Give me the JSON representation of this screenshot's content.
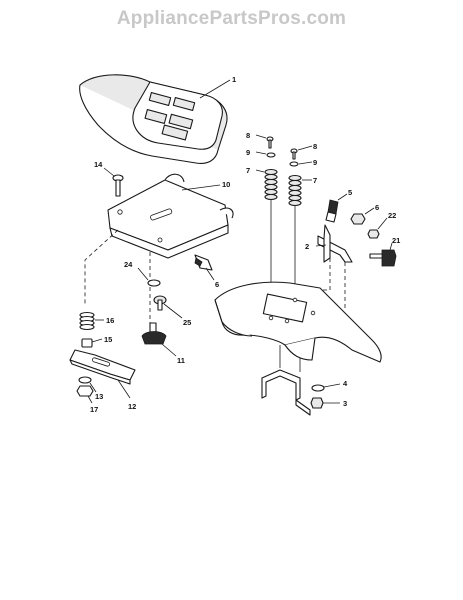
{
  "watermark": "AppliancePartsPros.com",
  "callouts": {
    "c1": "1",
    "c2": "2",
    "c3": "3",
    "c4": "4",
    "c5": "5",
    "c6a": "6",
    "c6b": "6",
    "c7a": "7",
    "c7b": "7",
    "c8a": "8",
    "c8b": "8",
    "c9a": "9",
    "c9b": "9",
    "c10": "10",
    "c11": "11",
    "c12": "12",
    "c13": "13",
    "c14": "14",
    "c15": "15",
    "c16": "16",
    "c17": "17",
    "c21": "21",
    "c22": "22",
    "c24": "24",
    "c25": "25"
  }
}
